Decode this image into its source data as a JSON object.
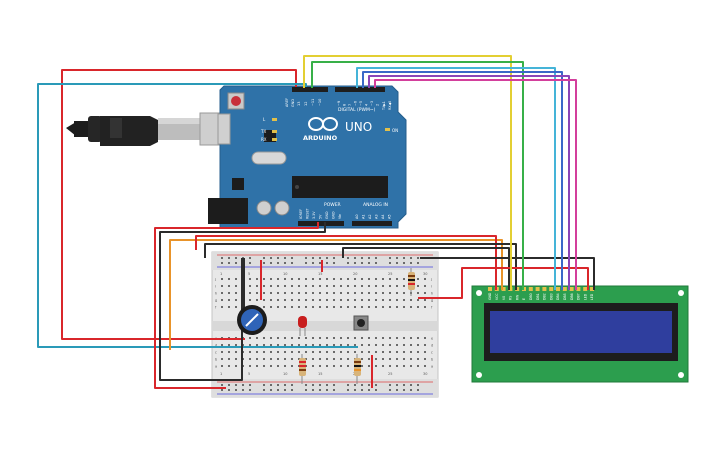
{
  "arduino": {
    "brand": "ARDUINO",
    "model": "UNO",
    "digital_label": "DIGITAL (PWM~)",
    "power_label": "POWER",
    "analog_label": "ANALOG IN",
    "led_labels": [
      "L",
      "TX",
      "RX"
    ],
    "on_label": "ON",
    "aref_label": "AREF",
    "gnd_label": "GND",
    "tx_label": "TX▶1",
    "rx_label": "RX◀0",
    "digital_pins": [
      "13",
      "12",
      "~11",
      "~10",
      "~9",
      "8",
      "7",
      "~6",
      "~5",
      "4",
      "~3",
      "2"
    ],
    "power_pins": [
      "IOREF",
      "RESET",
      "3.3V",
      "5V",
      "GND",
      "GND",
      "Vin"
    ],
    "analog_pins": [
      "A0",
      "A1",
      "A2",
      "A3",
      "A4",
      "A5"
    ]
  },
  "breadboard": {
    "column_numbers": [
      "1",
      "5",
      "10",
      "15",
      "20",
      "25",
      "30"
    ],
    "row_letters_top": [
      "j",
      "i",
      "h",
      "g",
      "f"
    ],
    "row_letters_bottom": [
      "e",
      "d",
      "c",
      "b",
      "a"
    ]
  },
  "lcd": {
    "pin_labels": [
      "GND",
      "VCC",
      "V0",
      "RS",
      "RW",
      "E",
      "DB0",
      "DB1",
      "DB2",
      "DB3",
      "DB4",
      "DB5",
      "DB6",
      "DB7",
      "LED",
      "LED"
    ]
  },
  "colors": {
    "board_blue": "#2f72a8",
    "lcd_green": "#2c9e4e",
    "lcd_screen": "#2f3e9e",
    "wire_red": "#d9262b",
    "wire_black": "#2b2b2b",
    "wire_teal": "#2a9ab8",
    "wire_orange": "#e8932a",
    "wire_yellow": "#e3cf33",
    "wire_green": "#38b048",
    "wire_cyan": "#45b4d8",
    "wire_blue": "#3a68c8",
    "wire_purple": "#8a45b8",
    "wire_magenta": "#d33f9c"
  }
}
